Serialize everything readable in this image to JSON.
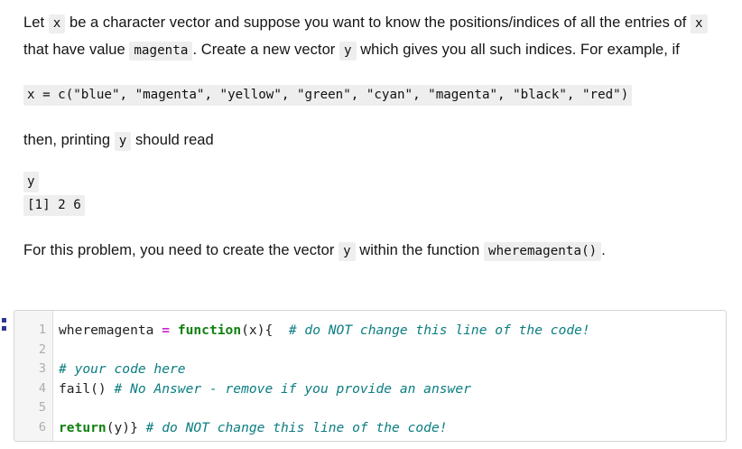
{
  "prose": {
    "p1": {
      "s1": "Let ",
      "c1": "x",
      "s2": " be a character vector and suppose you want to know the positions/indices of all the entries of ",
      "c2": "x",
      "s3": " that have value ",
      "c3": "magenta",
      "s4": ". Create a new vector ",
      "c4": "y",
      "s5": " which gives you all such indices. For example, if"
    },
    "sample_x": "x = c(\"blue\", \"magenta\", \"yellow\", \"green\", \"cyan\", \"magenta\", \"black\", \"red\")",
    "p2": {
      "s1": "then, printing ",
      "c1": "y",
      "s2": " should read"
    },
    "sample_y_cmd": "y",
    "sample_y_out": "[1] 2 6",
    "p3": {
      "s1": "For this problem, you need to create the vector ",
      "c1": "y",
      "s2": " within the function ",
      "c2": "wheremagenta()",
      "s3": "."
    }
  },
  "editor": {
    "line_numbers": [
      "1",
      "2",
      "3",
      "4",
      "5",
      "6"
    ],
    "lines": [
      {
        "n": "1",
        "tokens": [
          {
            "t": "wheremagenta ",
            "k": "plain"
          },
          {
            "t": "=",
            "k": "op"
          },
          {
            "t": " ",
            "k": "plain"
          },
          {
            "t": "function",
            "k": "kw"
          },
          {
            "t": "(x){  ",
            "k": "plain"
          },
          {
            "t": "# do NOT change this line of the code!",
            "k": "cmt"
          }
        ]
      },
      {
        "n": "2",
        "tokens": [
          {
            "t": "",
            "k": "plain"
          }
        ]
      },
      {
        "n": "3",
        "tokens": [
          {
            "t": "# your code here",
            "k": "cmt"
          }
        ]
      },
      {
        "n": "4",
        "tokens": [
          {
            "t": "fail() ",
            "k": "plain"
          },
          {
            "t": "# No Answer - remove if you provide an answer",
            "k": "cmt"
          }
        ]
      },
      {
        "n": "5",
        "tokens": [
          {
            "t": "",
            "k": "plain"
          }
        ]
      },
      {
        "n": "6",
        "tokens": [
          {
            "t": "return",
            "k": "kw"
          },
          {
            "t": "(y)} ",
            "k": "plain"
          },
          {
            "t": "# do NOT change this line of the code!",
            "k": "cmt"
          }
        ]
      }
    ],
    "colors": {
      "operator": "#cc22cc",
      "keyword": "#108010",
      "comment": "#0b7d81",
      "gutter_bg": "#f5f5f5",
      "gutter_text": "#adadad",
      "border": "#d5d5d5",
      "handle": "#2b3a8f"
    }
  }
}
